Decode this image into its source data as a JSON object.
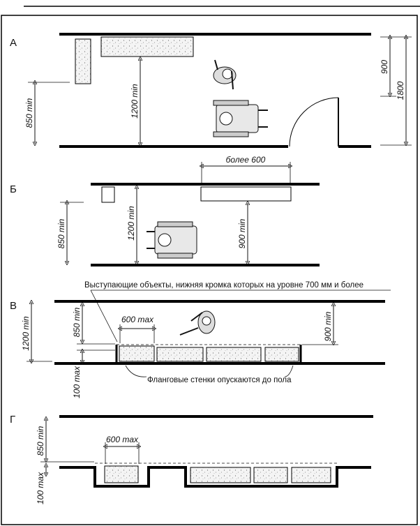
{
  "sections": {
    "a": {
      "letter": "А",
      "dim_left": "850 min",
      "dim_center": "1200 min",
      "dim_right_1": "900",
      "dim_right_2": "1800"
    },
    "b": {
      "letter": "Б",
      "dim_top": "более 600",
      "dim_left": "850 min",
      "dim_center": "1200 min",
      "dim_right": "900 min"
    },
    "v": {
      "letter": "В",
      "note_top": "Выступающие объекты, нижняя кромка которых на уровне 700 мм и более",
      "dim_top": "600 max",
      "dim_left_outer": "1200 min",
      "dim_left_inner": "850 min",
      "dim_left_low": "100 max",
      "dim_right": "900 min",
      "note_bottom": "Фланговые стенки опускаются до пола"
    },
    "g": {
      "letter": "Г",
      "dim_top": "600 max",
      "dim_left": "850 min",
      "dim_left_low": "100 max"
    }
  },
  "colors": {
    "ink": "#111111",
    "fill": "#f2f2f2",
    "frame": "#000000"
  }
}
